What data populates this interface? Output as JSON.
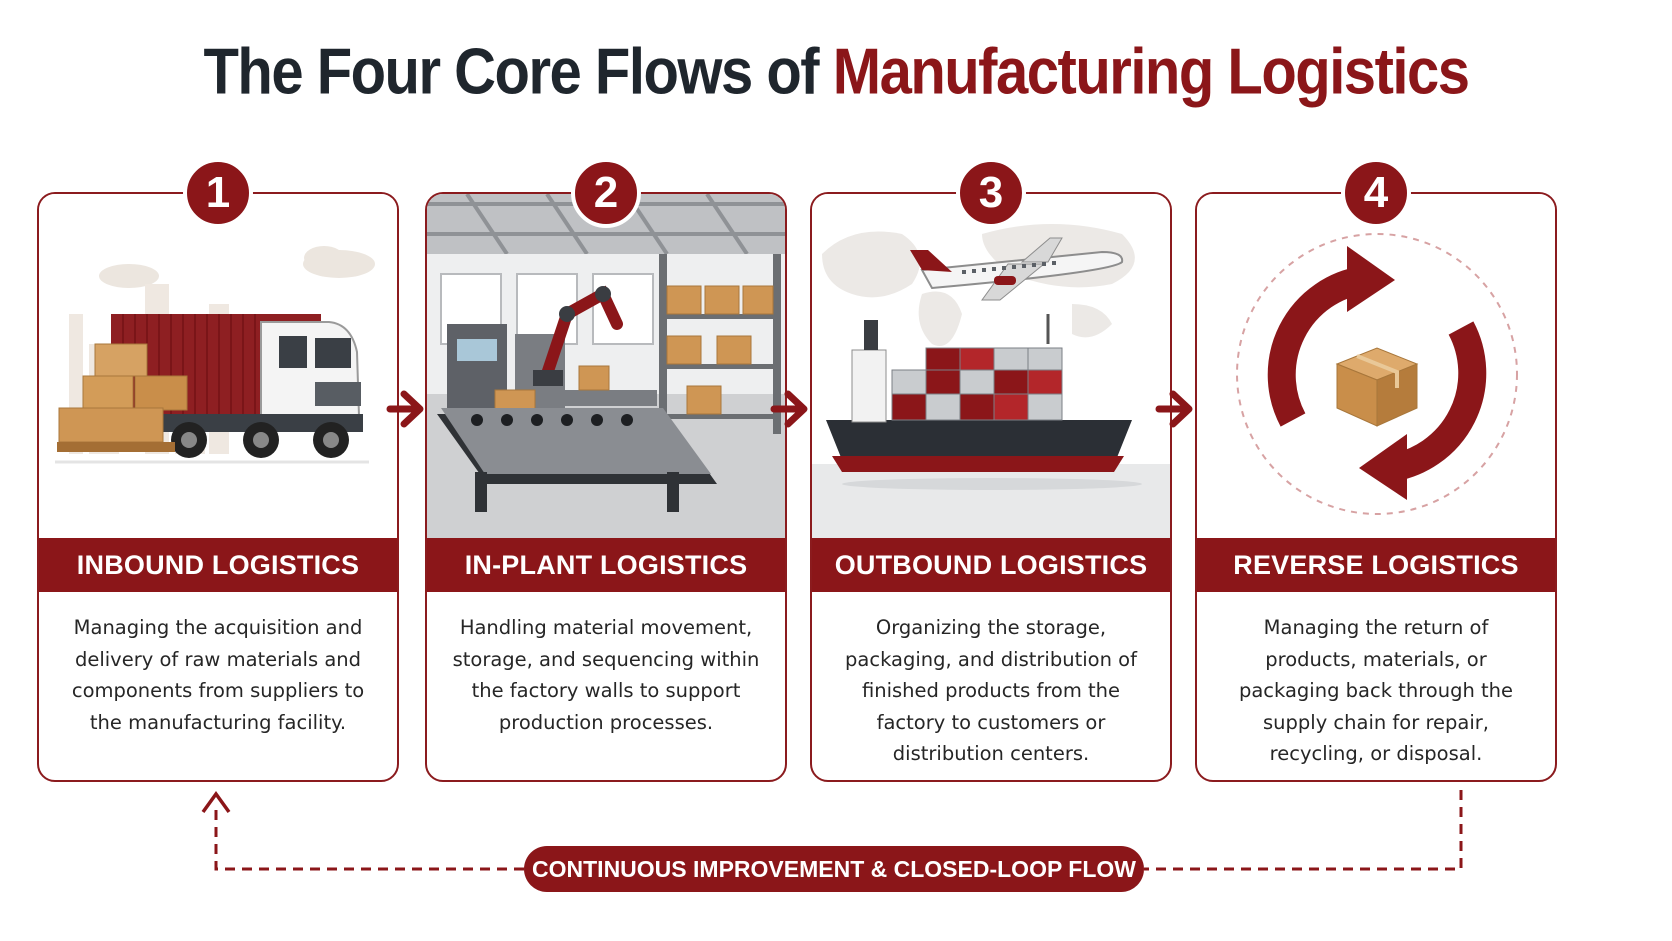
{
  "title": {
    "prefix": "The Four Core Flows of ",
    "accent": "Manufacturing Logistics"
  },
  "colors": {
    "accent": "#8b1619",
    "title_dark": "#1f262d",
    "text": "#262626"
  },
  "cards": [
    {
      "number": "1",
      "heading": "INBOUND LOGISTICS",
      "description": "Managing the acquisition and delivery of raw materials and components from suppliers to the manufacturing facility.",
      "illustration": "truck-with-pallets-icon"
    },
    {
      "number": "2",
      "heading": "IN-PLANT LOGISTICS",
      "description": "Handling material movement, storage, and sequencing within the factory walls to support production processes.",
      "illustration": "factory-conveyor-robot-icon"
    },
    {
      "number": "3",
      "heading": "OUTBOUND LOGISTICS",
      "description": "Organizing the storage, packaging, and distribution of finished products from the factory to customers or distribution centers.",
      "illustration": "ship-and-airplane-icon"
    },
    {
      "number": "4",
      "heading": "REVERSE LOGISTICS",
      "description": "Managing the return of products, materials, or packaging back through the supply chain for repair, recycling, or disposal.",
      "illustration": "recycle-arrows-box-icon"
    }
  ],
  "loop_label": "CONTINUOUS IMPROVEMENT & CLOSED-LOOP FLOW"
}
